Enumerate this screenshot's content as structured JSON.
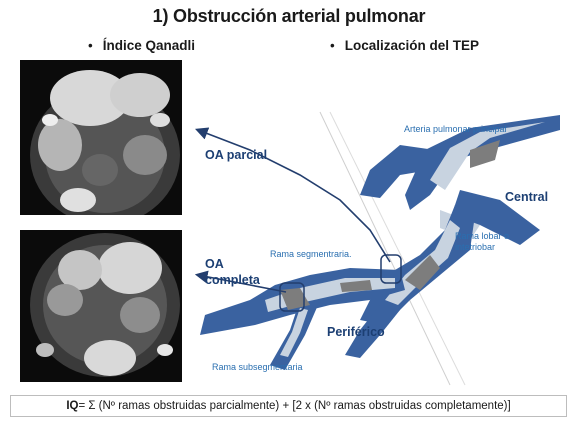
{
  "title": "1) Obstrucción arterial pulmonar",
  "subheads": {
    "left": "Índice Qanadli",
    "right": "Localización del TEP",
    "bullet": "•"
  },
  "labels": {
    "oa_parcial": "OA parcial",
    "oa_completa_line1": "OA",
    "oa_completa_line2": "completa",
    "arteria_principal": "Arteria pulmonar principal",
    "central": "Central",
    "rama_lobar_line1": "Rama lobar o",
    "rama_lobar_line2": "intetriobar",
    "rama_segmentaria": "Rama segmentraria.",
    "periferico": "Periférico",
    "rama_subsegmentaria": "Rama subsegmentaria"
  },
  "formula": {
    "prefix": "IQ",
    "text": "= Σ (Nº ramas obstruidas parcialmente) + [2 x (Nº ramas obstruidas completamente)]"
  },
  "colors": {
    "vessel": "#3a62a0",
    "vessel_light": "#c8d3e0",
    "thrombus": "#7d7d7d",
    "arrow": "#233e6e",
    "label_blue": "#2a6fb0"
  }
}
